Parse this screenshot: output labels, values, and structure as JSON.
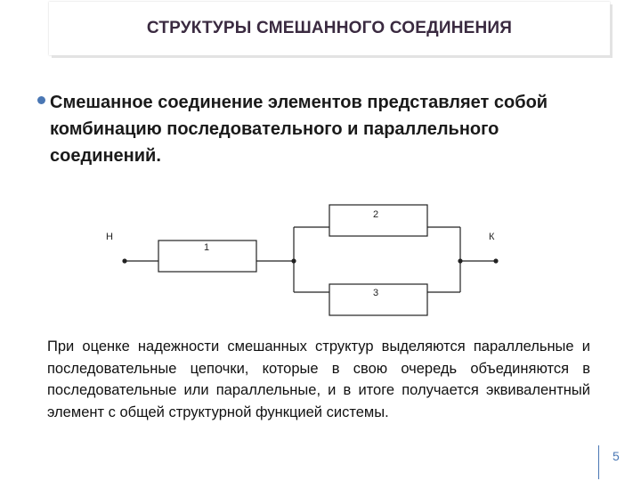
{
  "slide": {
    "title": "СТРУКТУРЫ СМЕШАННОГО СОЕДИНЕНИЯ",
    "bullet": "Смешанное соединение элементов представляет собой комбинацию последовательного и параллельного соединений.",
    "diagram": {
      "start_label": "Н",
      "end_label": "К",
      "element_1": "1",
      "element_2": "2",
      "element_3": "3"
    },
    "paragraph": "При оценке надежности смешанных структур выделяются параллельные и последовательные цепочки, которые в свою очередь объединяются в последовательные или параллельные, и в итоге получается эквивалентный элемент с общей структурной функцией системы.",
    "page_number": "5",
    "accent_color": "#4a77b4"
  }
}
